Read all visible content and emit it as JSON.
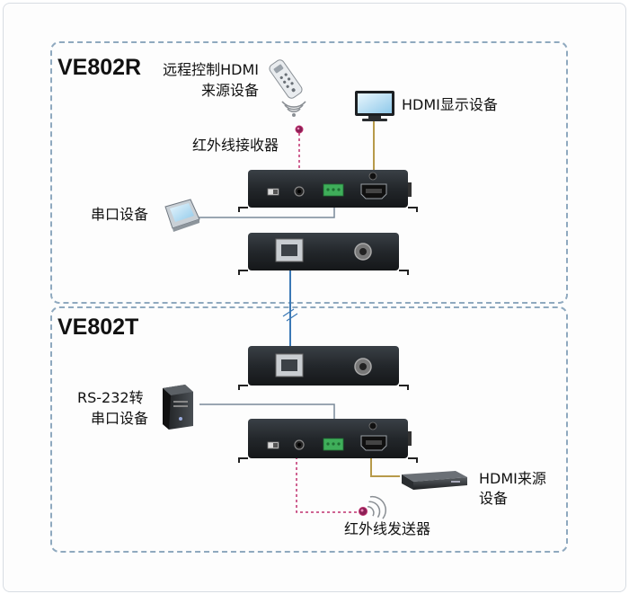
{
  "receiver": {
    "title": "VE802R",
    "remote_label_line1": "远程控制HDMI",
    "remote_label_line2": "来源设备",
    "display_label": "HDMI显示设备",
    "ir_receiver_label": "红外线接收器",
    "serial_device_label": "串口设备"
  },
  "transmitter": {
    "title": "VE802T",
    "rs232_label_line1": "RS-232转",
    "rs232_label_line2": "串口设备",
    "source_label_line1": "HDMI来源",
    "source_label_line2": "设备",
    "ir_blaster_label": "红外线发送器"
  },
  "colors": {
    "ir_cable": "#c0306e",
    "cat_cable": "#3a78b5",
    "hdmi_cable": "#b79a4a",
    "serial_cable": "#7a8a99",
    "zone_border": "#8fa9bf",
    "terminal_green": "#3fae5a"
  }
}
